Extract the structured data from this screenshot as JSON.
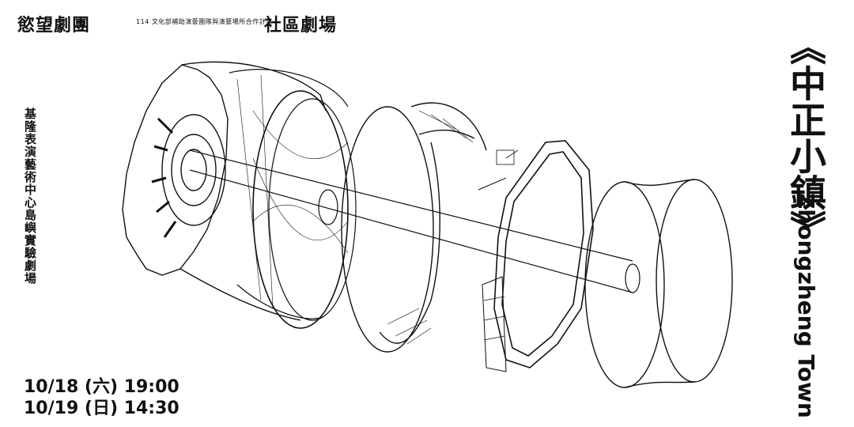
{
  "header": {
    "troupe": "慾望劇團",
    "subsidy": "114 文化部補助演藝團隊與演藝場所合作計畫",
    "venue_type": "社區劇場"
  },
  "venue": "基隆表演藝術中心島嶼實驗劇場",
  "show": {
    "title_cn": "《中正小鎮》",
    "title_en": "Zhongzheng Town"
  },
  "dates": [
    "10/18 (六) 19:00",
    "10/19 (日) 14:30"
  ]
}
